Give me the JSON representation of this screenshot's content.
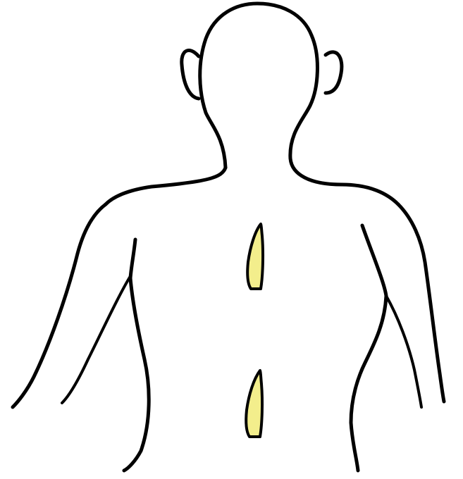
{
  "figure": {
    "subject": "back-view-human-torso",
    "colors": {
      "outline": "#000000",
      "background": "#ffffff",
      "marker_fill": "#f3ee8c"
    },
    "markers": [
      {
        "name": "upper-spine-marker"
      },
      {
        "name": "lower-spine-marker"
      }
    ]
  }
}
